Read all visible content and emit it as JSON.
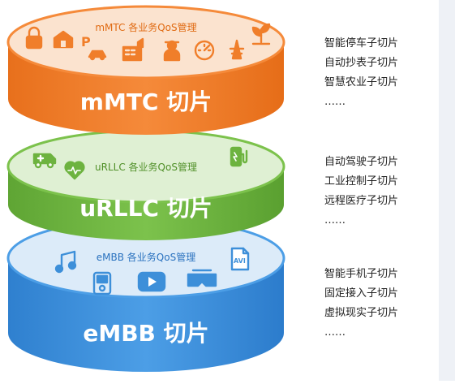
{
  "slices": [
    {
      "id": "mmtc",
      "title": "mMTC 切片",
      "qos_label": "mMTC 各业务QoS管理",
      "color": "#f07e2a",
      "top_color": "#fbe3cf",
      "icons": [
        "lock-icon",
        "house-icon",
        "parking-car-icon",
        "building-icon",
        "worker-icon",
        "meter-icon",
        "tower-icon",
        "plant-icon"
      ],
      "sub_slices": [
        "智能停车子切片",
        "自动抄表子切片",
        "智慧农业子切片",
        "……"
      ]
    },
    {
      "id": "urllc",
      "title": "uRLLC 切片",
      "qos_label": "uRLLC 各业务QoS管理",
      "color": "#6db33f",
      "top_color": "#dff0d3",
      "icons": [
        "ambulance-icon",
        "heart-icon",
        "charging-station-icon"
      ],
      "sub_slices": [
        "自动驾驶子切片",
        "工业控制子切片",
        "远程医疗子切片",
        "……"
      ]
    },
    {
      "id": "embb",
      "title": "eMBB 切片",
      "qos_label": "eMBB 各业务QoS管理",
      "color": "#3d8fd9",
      "top_color": "#dcebf9",
      "icons": [
        "music-note-icon",
        "media-player-icon",
        "play-button-icon",
        "vr-headset-icon",
        "avi-file-icon"
      ],
      "sub_slices": [
        "智能手机子切片",
        "固定接入子切片",
        "虚拟现实子切片",
        "……"
      ]
    }
  ]
}
